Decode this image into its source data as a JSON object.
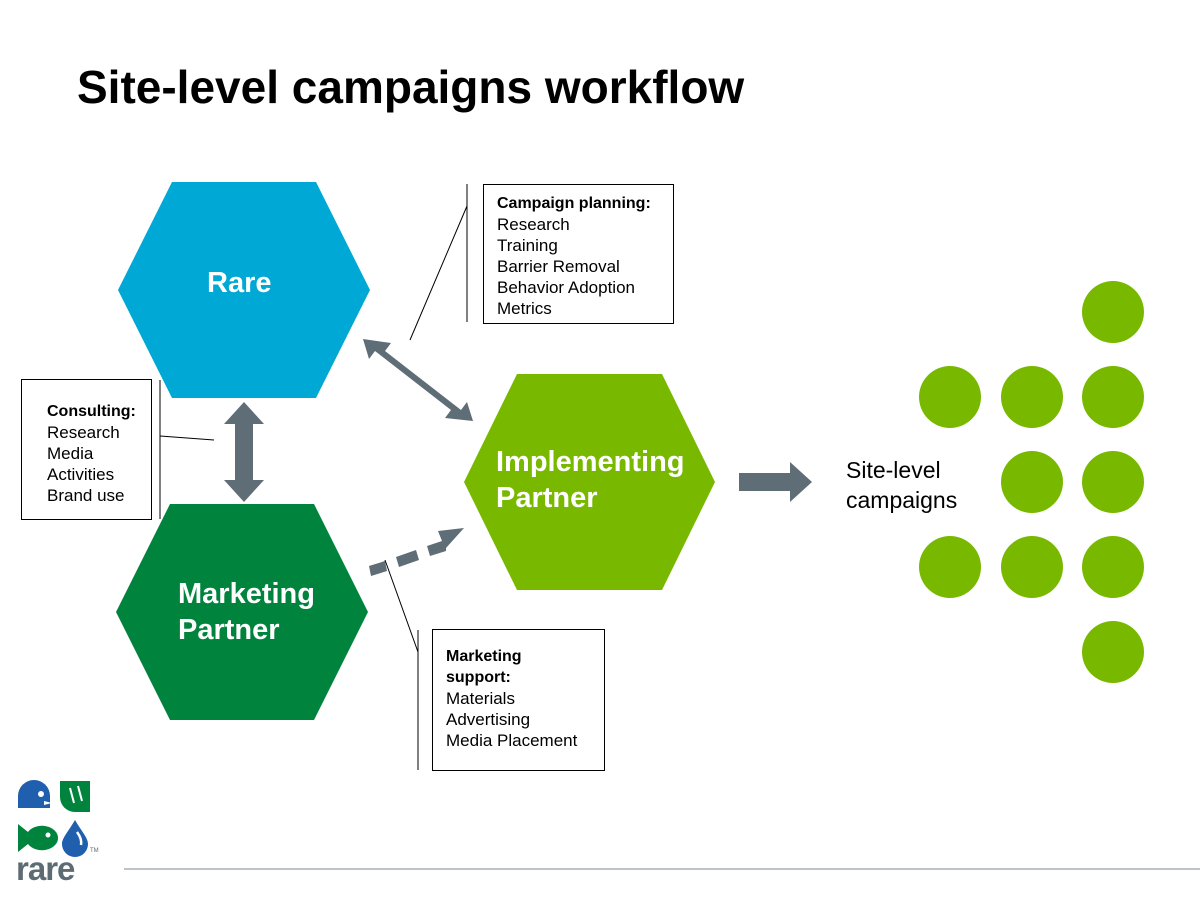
{
  "title": "Site-level campaigns workflow",
  "colors": {
    "rare_blue": "#00a8d6",
    "marketing_green": "#00843d",
    "implementing_green": "#78b900",
    "arrow_gray": "#5f6d76",
    "dot_green": "#78b900",
    "logo_blue": "#1f5fae",
    "logo_green": "#00843d",
    "logo_gray": "#5d6b73"
  },
  "nodes": {
    "rare": {
      "label": [
        "Rare"
      ]
    },
    "marketing": {
      "label": [
        "Marketing",
        "Partner"
      ]
    },
    "implementing": {
      "label": [
        "Implementing",
        "Partner"
      ]
    }
  },
  "callouts": {
    "campaign": {
      "title": "Campaign planning:",
      "items": [
        "Research",
        "Training",
        "Barrier Removal",
        "Behavior Adoption",
        "Metrics"
      ]
    },
    "consulting": {
      "title": "Consulting:",
      "items": [
        "Research",
        "Media",
        "Activities",
        "Brand use"
      ]
    },
    "marketing": {
      "title_lines": [
        "Marketing",
        "support:"
      ],
      "items": [
        "Materials",
        "Advertising",
        "Media Placement"
      ]
    }
  },
  "output": {
    "label_lines": [
      "Site-level",
      "campaigns"
    ]
  },
  "logo": {
    "wordmark": "rare",
    "trademark": "TM",
    "icons": [
      "fish-head-icon",
      "leaf-icon",
      "fish-icon",
      "water-drop-icon"
    ]
  }
}
